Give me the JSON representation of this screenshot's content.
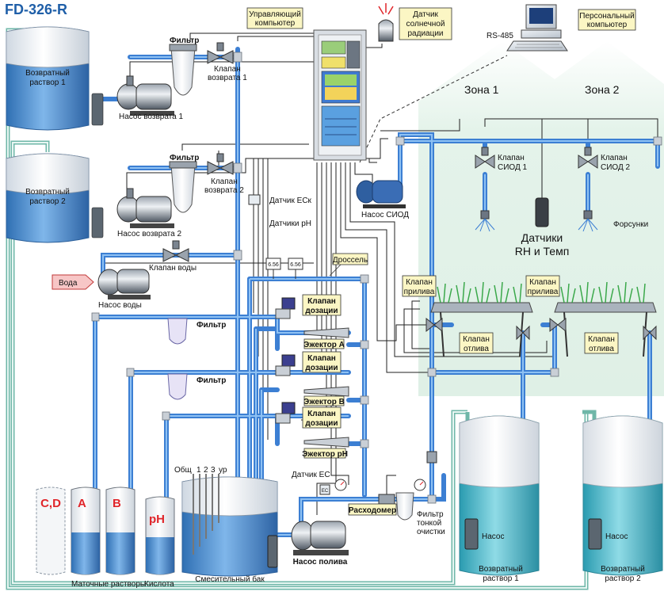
{
  "title": "FD-326-R",
  "labels": {
    "return_tank_1": [
      "Возвратный",
      "раствор 1"
    ],
    "return_tank_2": [
      "Возвратный",
      "раствор 2"
    ],
    "return_pump_1": "Насос возврата 1",
    "return_pump_2": "Насос возврата 2",
    "water_pump": "Насос воды",
    "water_inlet": "Вода",
    "filter_1": "Фильтр",
    "filter_2": "Фильтр",
    "filter_3": "Фильтр",
    "filter_4": "Фильтр",
    "return_valve_1": [
      "Клапан",
      "возврата 1"
    ],
    "return_valve_2": [
      "Клапан",
      "возврата 2"
    ],
    "water_valve": "Клапан воды",
    "control_computer": [
      "Управляющий",
      "компьютер"
    ],
    "solar_sensor": [
      "Датчик",
      "солнечной",
      "радиации"
    ],
    "personal_computer": [
      "Персональный",
      "компьютер"
    ],
    "rs485": "RS-485",
    "zone_1": "Зона 1",
    "zone_2": "Зона 2",
    "siod_valve_1": [
      "Клапан",
      "СИОД 1"
    ],
    "siod_valve_2": [
      "Клапан",
      "СИОД 2"
    ],
    "siod_pump": "Насос СИОД",
    "rh_temp_sensors": [
      "Датчики",
      "RH и Темп"
    ],
    "nozzles": "Форсунки",
    "ec_sensor_top": "Датчик ЕСк",
    "ph_sensors": "Датчики pH",
    "throttle": "Дроссель",
    "ph_readout_1": "6.56",
    "ph_readout_2": "6.56",
    "dosing_valve_1": [
      "Клапан",
      "дозации"
    ],
    "dosing_valve_2": [
      "Клапан",
      "дозации"
    ],
    "dosing_valve_3": [
      "Клапан",
      "дозации"
    ],
    "ejector_a": "Эжектор А",
    "ejector_b": "Эжектор В",
    "ejector_ph": "Эжектор рН",
    "flood_valve_1": [
      "Клапан",
      "прилива"
    ],
    "flood_valve_2": [
      "Клапан",
      "прилива"
    ],
    "drain_valve_1": [
      "Клапан",
      "отлива"
    ],
    "drain_valve_2": [
      "Клапан",
      "отлива"
    ],
    "level_probes": [
      "Общ",
      "1",
      "2",
      "3",
      "ур"
    ],
    "ec_sensor_bottom": "Датчик EC",
    "ec_box": "EC",
    "flowmeter": "Расходомер",
    "fine_filter": [
      "Фильтр",
      "тонкой",
      "очистки"
    ],
    "irrigation_pump": "Насос полива",
    "mixing_tank": "Смесительный бак",
    "stock_solutions": "Маточные растворы",
    "acid": "Кислота",
    "tank_cd": "C,D",
    "tank_a": "A",
    "tank_b": "B",
    "tank_ph": "pH",
    "pump_small_1": "Насос",
    "pump_small_2": "Насос",
    "return_tank_bottom_1": [
      "Возвратный",
      "раствор 1"
    ],
    "return_tank_bottom_2": [
      "Возвратный",
      "раствор 2"
    ]
  },
  "colors": {
    "pipe": "#3c7fd3",
    "tank_water": "#3a7fc4",
    "zone_bg": "#dff0e6",
    "label_bg": "#fbf6c4",
    "accent_red": "#e0252a",
    "title": "#1f5fa8"
  }
}
